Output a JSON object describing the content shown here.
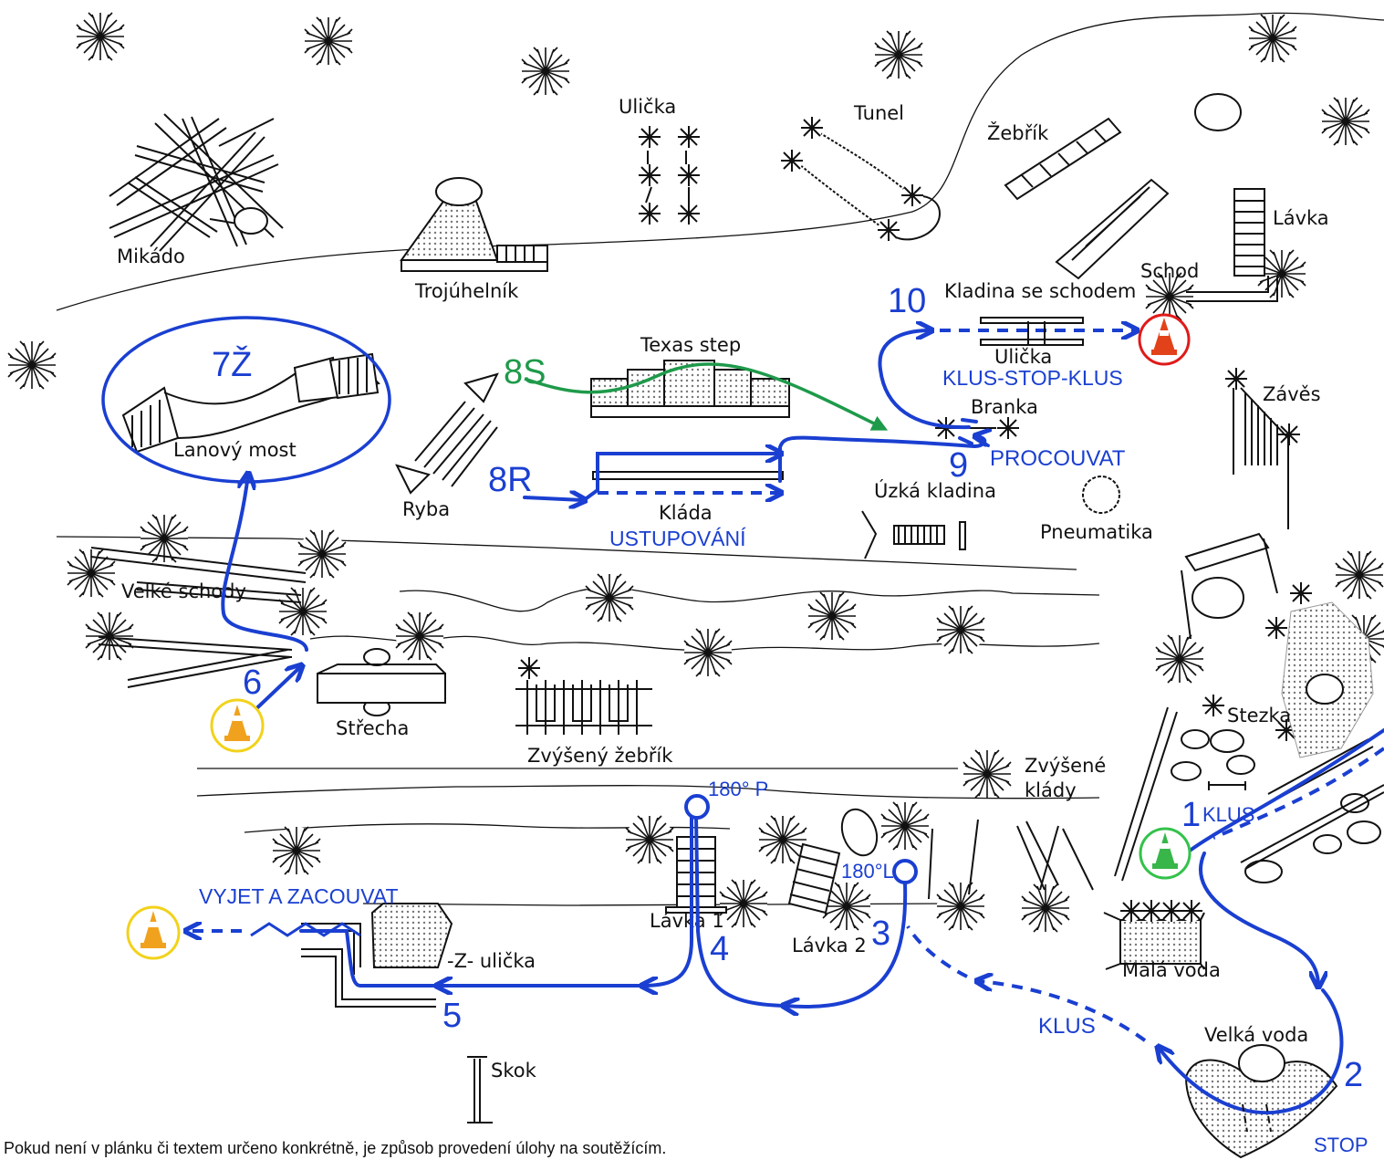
{
  "labels": {
    "mikado": "Mikádo",
    "trojuhelnik": "Trojúhelník",
    "ulicka_top": "Ulička",
    "tunel": "Tunel",
    "zebrik": "Žebřík",
    "lavka": "Lávka",
    "schod": "Schod",
    "kladina_se_schodem": "Kladina se schodem",
    "ulicka_mid": "Ulička",
    "texas_step": "Texas step",
    "ryba": "Ryba",
    "klada": "Kláda",
    "branka": "Branka",
    "uzka_kladina": "Úzká kladina",
    "pneumatika": "Pneumatika",
    "zaves": "Závěs",
    "lanovy_most": "Lanový most",
    "velke_schody": "Velké schody",
    "strecha": "Střecha",
    "zvyseny_zebrik": "Zvýšený žebřík",
    "stezka": "Stezka",
    "zvysene_klady_1": "Zvýšené",
    "zvysene_klady_2": "klády",
    "lavka1": "Lávka 1",
    "lavka2": "Lávka 2",
    "z_ulicka": "-Z- ulička",
    "mala_voda": "Malá voda",
    "velka_voda": "Velká voda",
    "skok": "Skok"
  },
  "route": {
    "n1": "1",
    "n2": "2",
    "n3": "3",
    "n4": "4",
    "n5": "5",
    "n6": "6",
    "n7": "7Ž",
    "n8s": "8S",
    "n8r": "8R",
    "n9": "9",
    "n10": "10",
    "klus_1": "KLUS",
    "klus_2": "KLUS",
    "stop": "STOP",
    "turn_p": "180° P",
    "turn_l": "180°L",
    "vyjet": "VYJET A ZACOUVAT",
    "ustupovani": "USTUPOVÁNÍ",
    "procouvat": "PROCOUVAT",
    "klus_stop_klus": "KLUS-STOP-KLUS"
  },
  "colors": {
    "route": "#1a3fd1",
    "alternative_route": "#1e9a4a",
    "start_cone_ring": "#33c24a",
    "finish_cone_ring": "#e01a1a",
    "warmup_cone_ring": "#f2d21b"
  },
  "footer_note": "Pokud není v plánku či textem určeno konkrétně, je způsob provedení úlohy na soutěžícím."
}
